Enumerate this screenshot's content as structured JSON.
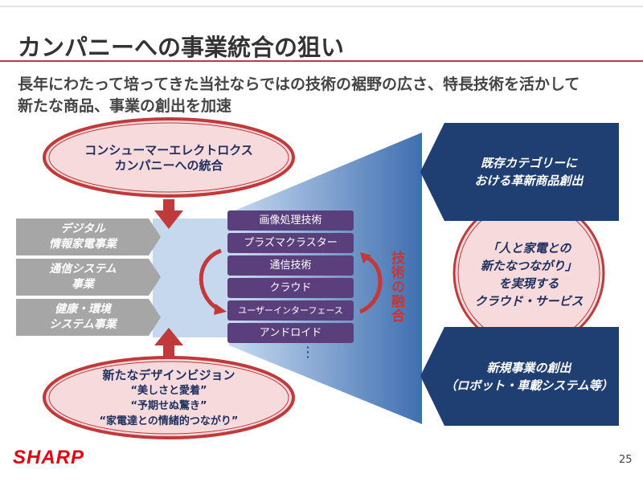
{
  "title": "カンパニーへの事業統合の狙い",
  "subtitle": [
    "長年にわたって培ってきた当社ならではの技術の裾野の広さ、特長技術を活かして",
    "新たな商品、事業の創出を加速"
  ],
  "top_ellipse": [
    "コンシューマーエレクトロクス",
    "カンパニーへの統合"
  ],
  "divisions": [
    [
      "デジタル",
      "情報家電事業"
    ],
    [
      "通信システム",
      "事業"
    ],
    [
      "健康・環境",
      "システム事業"
    ]
  ],
  "technologies": [
    "画像処理技術",
    "プラズマクラスター",
    "通信技術",
    "クラウド",
    "ユーザーインターフェース",
    "アンドロイド"
  ],
  "ellipsis": "⋮",
  "fusion_label": "技術の融合",
  "bottom_ellipse": [
    "新たなデザインビジョン",
    "“美しさと愛着”",
    "“予期せぬ驚き”",
    "“家電達との情緒的つながり”"
  ],
  "outcomes": {
    "top": [
      "既存カテゴリーに",
      "おける革新商品創出"
    ],
    "circle": [
      "「人と家電との",
      "新たなつながり」",
      "を実現する",
      "クラウド・サービス"
    ],
    "bottom": [
      "新規事業の創出",
      "（ロボット・車載システム等）"
    ]
  },
  "logo": "SHARP",
  "page_number": "25",
  "colors": {
    "red": "#c0393b",
    "navy": "#1f3f73",
    "purple": "#5a3f7c",
    "pink": "#f6dadc"
  }
}
